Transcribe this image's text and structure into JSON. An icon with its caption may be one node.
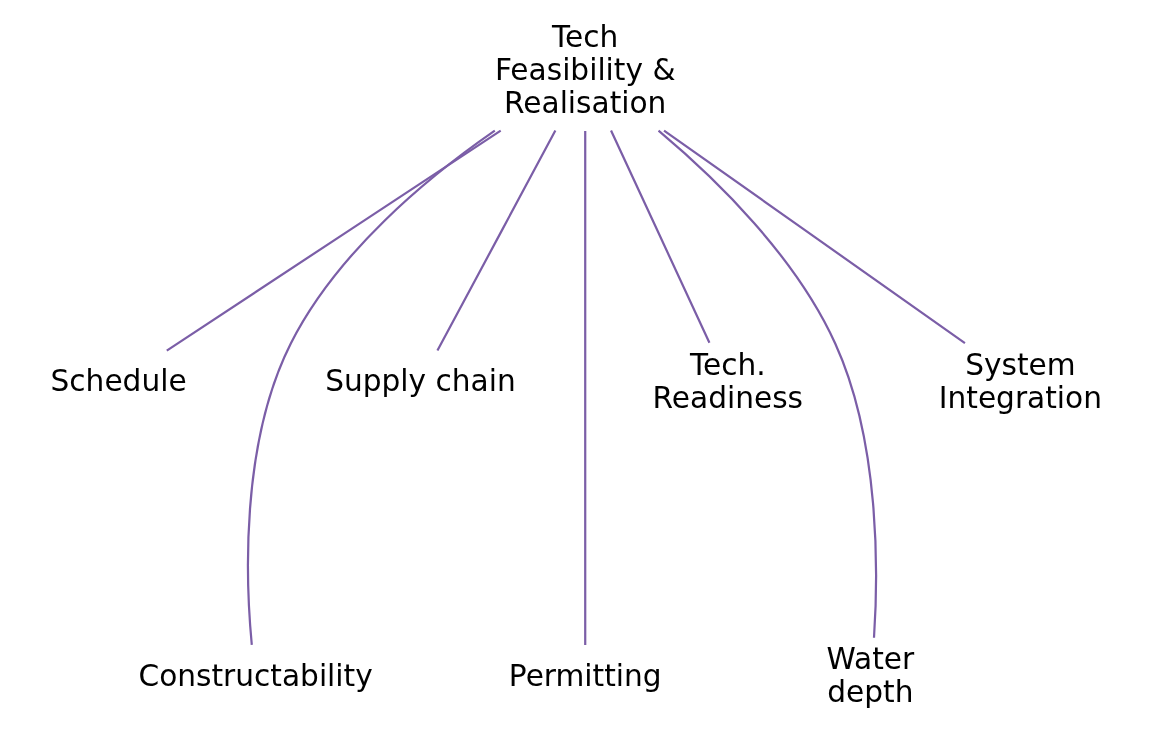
{
  "diagram": {
    "nodes": [
      {
        "text": [
          "Tech Feasibility & Realisation"
        ]
      },
      {
        "text": [
          "Schedule"
        ]
      },
      {
        "text": [
          "Constructability"
        ]
      },
      {
        "text": [
          "Supply chain"
        ]
      },
      {
        "text": [
          "Permitting"
        ]
      },
      {
        "text": [
          "Tech. Readiness"
        ]
      },
      {
        "text": [
          "Water depth"
        ]
      },
      {
        "text": [
          "System Integration"
        ]
      }
    ],
    "edges": [
      {
        "from": 0,
        "to": 1,
        "arrow": "none"
      },
      {
        "from": 0,
        "to": 2,
        "arrow": "none"
      },
      {
        "from": 0,
        "to": 3,
        "arrow": "none"
      },
      {
        "from": 0,
        "to": 4,
        "arrow": "none"
      },
      {
        "from": 0,
        "to": 5,
        "arrow": "none"
      },
      {
        "from": 0,
        "to": 6,
        "arrow": "none"
      },
      {
        "from": 0,
        "to": 7,
        "arrow": "none"
      }
    ]
  }
}
